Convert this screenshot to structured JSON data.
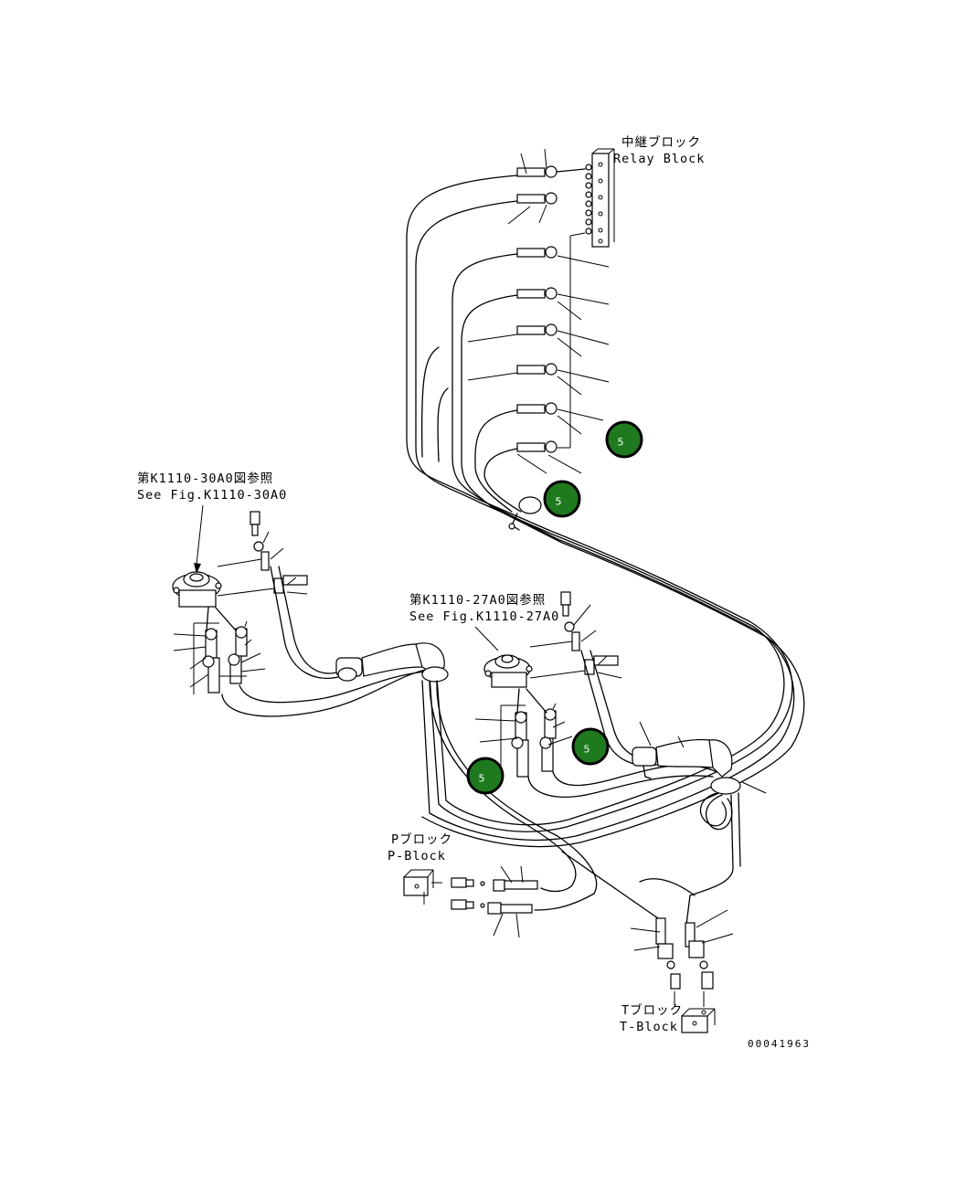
{
  "labels": {
    "relay_jp": "中継ブロック",
    "relay_en": "Relay Block",
    "ref1_jp": "第K1110-30A0図参照",
    "ref1_en": "See Fig.K1110-30A0",
    "ref2_jp": "第K1110-27A0図参照",
    "ref2_en": "See Fig.K1110-27A0",
    "pblock_jp": "Pブロック",
    "pblock_en": "P-Block",
    "tblock_jp": "Tブロック",
    "tblock_en": "T-Block",
    "drawing_no": "00041963"
  },
  "callouts": [
    "5",
    "5",
    "5",
    "5"
  ],
  "colors": {
    "callout_fill": "#1f7a1f",
    "line": "#000000"
  }
}
